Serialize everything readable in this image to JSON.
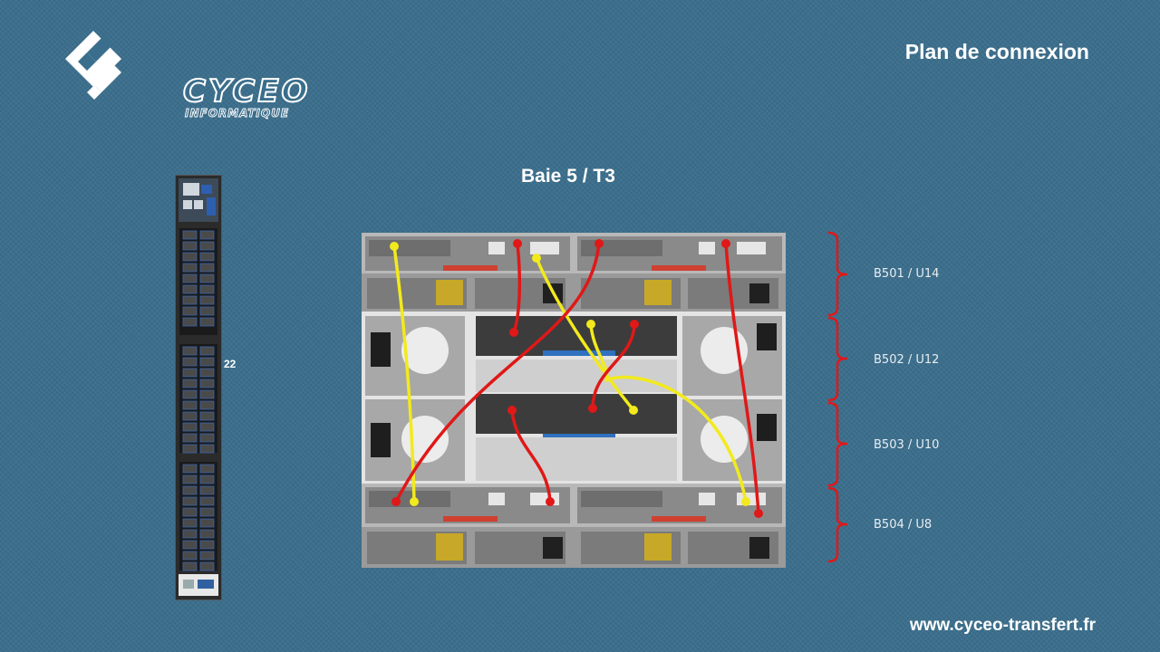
{
  "header": {
    "logo_text": "CYCEO",
    "logo_subtext": "INFORMATIQUE",
    "title": "Plan de connexion"
  },
  "diagram": {
    "subtitle": "Baie 5 / T3",
    "switch_port_label": "22",
    "enclosures": [
      {
        "label": "B501 / U14"
      },
      {
        "label": "B502 / U12"
      },
      {
        "label": "B503 / U10"
      },
      {
        "label": "B504 / U8"
      }
    ],
    "colors": {
      "background": "#3a6e8c",
      "cable_red": "#e01818",
      "cable_yellow": "#f2ea1c",
      "bracket": "#e01818"
    }
  },
  "footer": {
    "website": "www.cyceo-transfert.fr"
  }
}
